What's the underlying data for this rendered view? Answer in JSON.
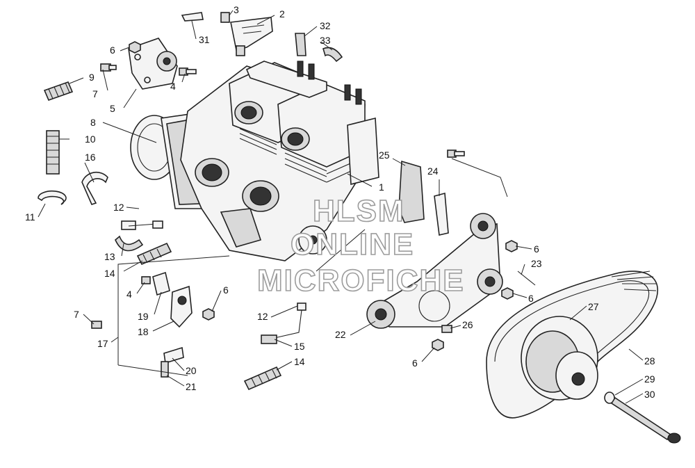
{
  "watermark": {
    "line1": "HLSM",
    "line2": "ONLINE",
    "line3": "MICROFICHE"
  },
  "callouts": [
    {
      "id": "c1",
      "text": "1"
    },
    {
      "id": "c2",
      "text": "2"
    },
    {
      "id": "c3",
      "text": "3"
    },
    {
      "id": "c4a",
      "text": "4"
    },
    {
      "id": "c4b",
      "text": "4"
    },
    {
      "id": "c5",
      "text": "5"
    },
    {
      "id": "c6a",
      "text": "6"
    },
    {
      "id": "c6b",
      "text": "6"
    },
    {
      "id": "c6c",
      "text": "6"
    },
    {
      "id": "c6d",
      "text": "6"
    },
    {
      "id": "c6e",
      "text": "6"
    },
    {
      "id": "c7a",
      "text": "7"
    },
    {
      "id": "c7b",
      "text": "7"
    },
    {
      "id": "c8",
      "text": "8"
    },
    {
      "id": "c9",
      "text": "9"
    },
    {
      "id": "c10",
      "text": "10"
    },
    {
      "id": "c11",
      "text": "11"
    },
    {
      "id": "c12a",
      "text": "12"
    },
    {
      "id": "c12b",
      "text": "12"
    },
    {
      "id": "c13",
      "text": "13"
    },
    {
      "id": "c14a",
      "text": "14"
    },
    {
      "id": "c14b",
      "text": "14"
    },
    {
      "id": "c15",
      "text": "15"
    },
    {
      "id": "c16",
      "text": "16"
    },
    {
      "id": "c17",
      "text": "17"
    },
    {
      "id": "c18",
      "text": "18"
    },
    {
      "id": "c19",
      "text": "19"
    },
    {
      "id": "c20",
      "text": "20"
    },
    {
      "id": "c21",
      "text": "21"
    },
    {
      "id": "c22",
      "text": "22"
    },
    {
      "id": "c23",
      "text": "23"
    },
    {
      "id": "c24",
      "text": "24"
    },
    {
      "id": "c25",
      "text": "25"
    },
    {
      "id": "c26",
      "text": "26"
    },
    {
      "id": "c27",
      "text": "27"
    },
    {
      "id": "c28",
      "text": "28"
    },
    {
      "id": "c29",
      "text": "29"
    },
    {
      "id": "c30",
      "text": "30"
    },
    {
      "id": "c31",
      "text": "31"
    },
    {
      "id": "c32",
      "text": "32"
    },
    {
      "id": "c33",
      "text": "33"
    }
  ]
}
